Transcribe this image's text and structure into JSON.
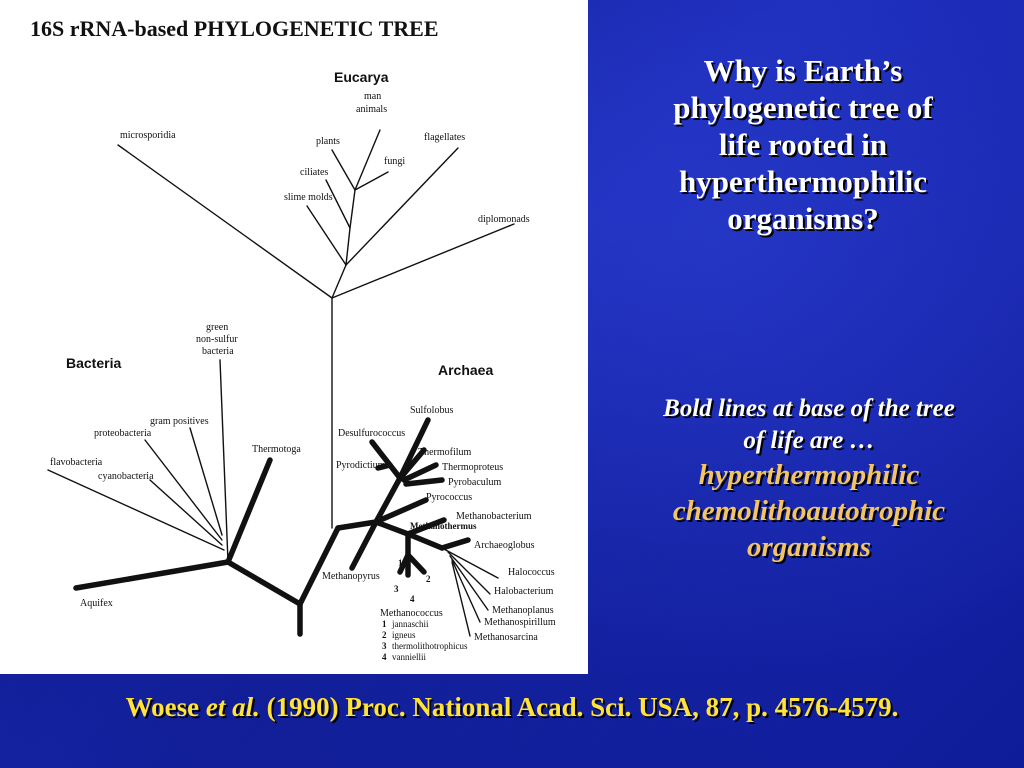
{
  "tree": {
    "title": "16S rRNA-based PHYLOGENETIC TREE",
    "domains": {
      "eucarya": "Eucarya",
      "bacteria": "Bacteria",
      "archaea": "Archaea"
    },
    "eucarya_taxa": {
      "man": "man",
      "animals": "animals",
      "plants": "plants",
      "fungi": "fungi",
      "flagellates": "flagellates",
      "microsporidia": "microsporidia",
      "ciliates": "ciliates",
      "slime_molds": "slime molds",
      "diplomonads": "diplomonads"
    },
    "bacteria_taxa": {
      "green": "green",
      "non_sulfur": "non-sulfur",
      "bacteria": "bacteria",
      "gram_positives": "gram positives",
      "proteobacteria": "proteobacteria",
      "flavobacteria": "flavobacteria",
      "cyanobacteria": "cyanobacteria",
      "thermotoga": "Thermotoga",
      "aquifex": "Aquifex"
    },
    "archaea_taxa": {
      "sulfolobus": "Sulfolobus",
      "desulfurococcus": "Desulfurococcus",
      "thermofilum": "Thermofilum",
      "pyrodictium": "Pyrodictium",
      "thermoproteus": "Thermoproteus",
      "pyrobaculum": "Pyrobaculum",
      "pyrococcus": "Pyrococcus",
      "methanobacterium": "Methanobacterium",
      "methanothermus": "Methanothermus",
      "archaeoglobus": "Archaeoglobus",
      "halococcus": "Halococcus",
      "halobacterium": "Halobacterium",
      "methanoplanus": "Methanoplanus",
      "methanospirillum": "Methanospirillum",
      "methanosarcina": "Methanosarcina",
      "methanopyrus": "Methanopyrus",
      "methanococcus": "Methanococcus"
    },
    "methanococcus_list": [
      {
        "num": "1",
        "name": "jannaschii"
      },
      {
        "num": "2",
        "name": "igneus"
      },
      {
        "num": "3",
        "name": "thermolithotrophicus"
      },
      {
        "num": "4",
        "name": "vanniellii"
      }
    ],
    "branch_numbers": [
      "1",
      "2",
      "3",
      "4"
    ]
  },
  "question": {
    "line1": "Why is Earth’s",
    "line2": "phylogenetic tree of",
    "line3": "life rooted in",
    "line4": "hyperthermophilic",
    "line5": "organisms?"
  },
  "answer": {
    "lead_line1": "Bold lines at base of the tree",
    "lead_line2": "of life are …",
    "hl_line1": "hyperthermophilic",
    "hl_line2": "chemolithoautotrophic",
    "hl_line3": "organisms"
  },
  "citation": {
    "author": "Woese",
    "etal": "et al.",
    "rest": "(1990) Proc. National Acad. Sci. USA, 87, p. 4576-4579."
  },
  "colors": {
    "background": "#1420a8",
    "question_text": "#ffffff",
    "highlight_text": "#f2c466",
    "citation_text": "#ffe23a"
  }
}
